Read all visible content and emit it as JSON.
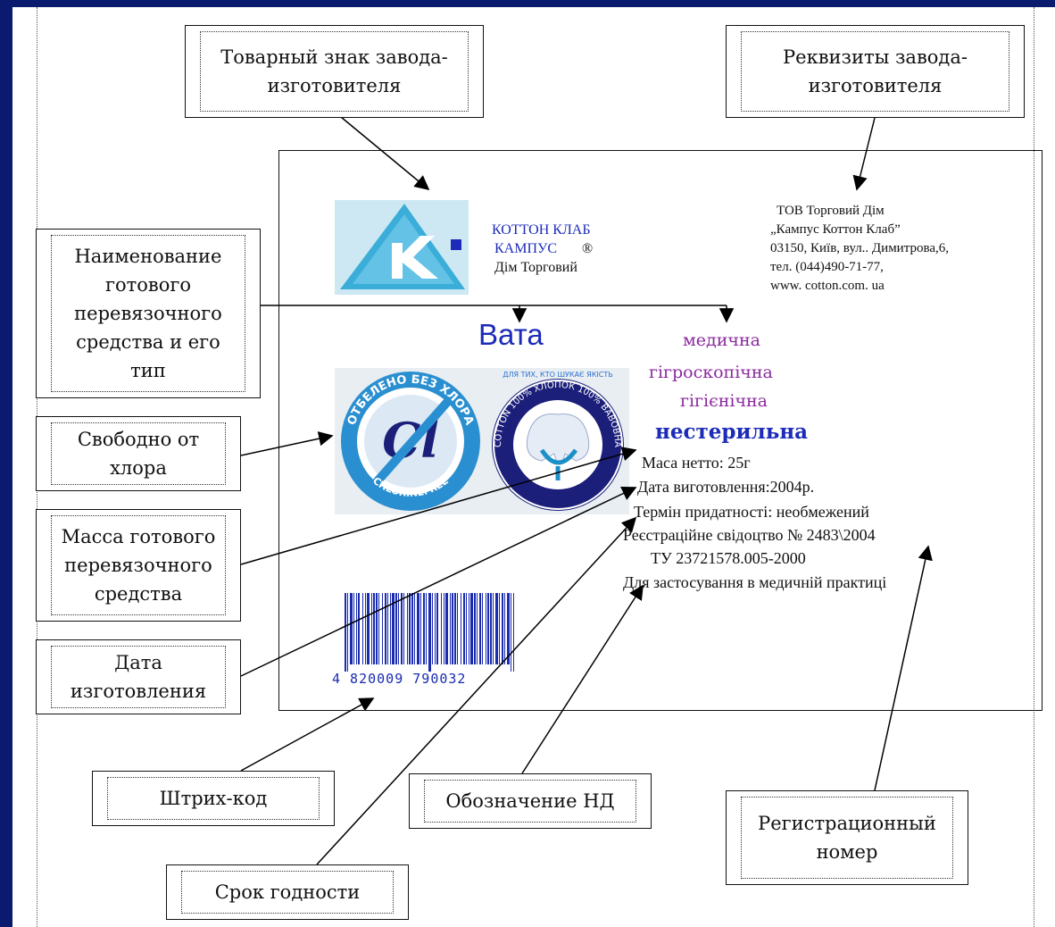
{
  "callouts": {
    "trademark": "Товарный знак завода-\nизготовителя",
    "requisites": "Реквизиты завода-\nизготовителя",
    "name": "Наименование\nготового\nперевязочного\nсредства и его\nтип",
    "chlorine_free": "Свободно от\nхлора",
    "mass": "Масса готового\nперевязочного\nсредства",
    "manufacture_date": "Дата\nизготовления",
    "barcode": "Штрих-код",
    "nd": "Обозначение НД",
    "registration": "Регистрационный\nномер",
    "shelf_life": "Срок годности"
  },
  "label": {
    "brand": {
      "line1": "КОТТОН КЛАБ",
      "line2": "КАМПУС",
      "reg_mark": "®",
      "line3": "Дім Торговий"
    },
    "requisites": [
      "ТОВ Торговий Дім",
      "„Кампус Коттон Клаб”",
      "03150, Київ, вул.. Димитрова,6,",
      "тел. (044)490-71-77,",
      "www. cotton.com. ua"
    ],
    "product_name": "Вата",
    "types": [
      "медична",
      "гігроскопічна",
      "гігієнічна"
    ],
    "sterility": "нестерильна",
    "details": [
      "Маса нетто: 25г",
      "Дата виготовлення:2004р.",
      "Термін придатності: необмежений",
      "Реєстраційне свідоцтво № 2483\\2004",
      "ТУ 23721578.005-2000",
      "Для застосування в медичній практиці"
    ],
    "badge_chlorine": {
      "arc_text": "ОТБЕЛЕНО БЕЗ ХЛОРА",
      "bottom_text": "CHLORINEFREE",
      "mark": "Cl"
    },
    "badge_cotton": {
      "arc_text": "COTTON 100% ХЛОПОК 100% ВАВОВНА",
      "top_text": "ДЛЯ ТИХ, КТО ШУКАЄ ЯКІСТЬ"
    },
    "barcode_number": "4 820009 790032"
  },
  "colors": {
    "background": "#0a1a6e",
    "brand_blue": "#1c2bb8",
    "purple": "#8b2a9e",
    "logo_cyan": "#3aaed8",
    "badge_navy": "#1b1f7a"
  }
}
